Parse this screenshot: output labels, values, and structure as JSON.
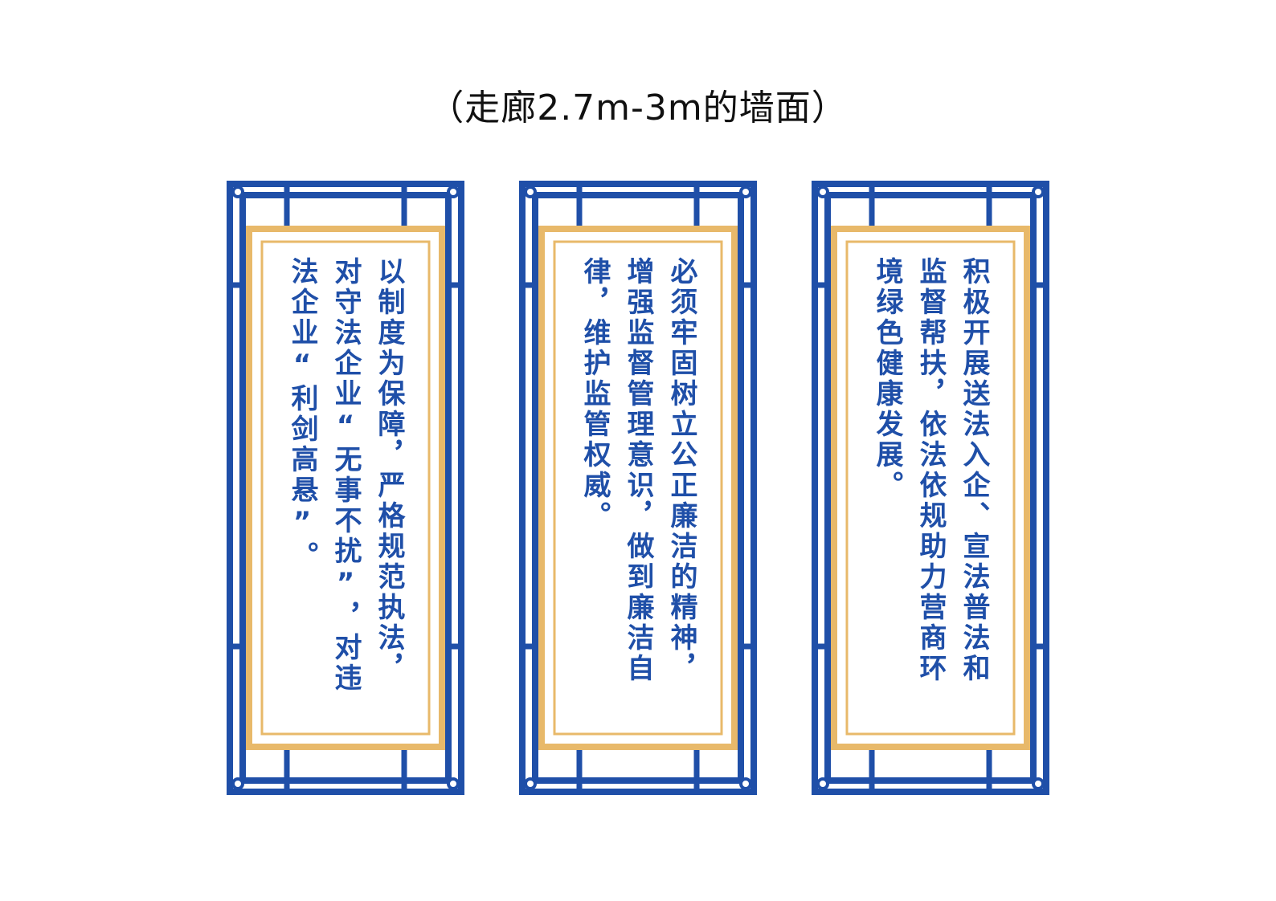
{
  "header": {
    "title": "（走廊2.7m-3m的墙面）"
  },
  "colors": {
    "frame_blue": "#1f4fa8",
    "frame_gold": "#e8b96a",
    "text_blue": "#1f4fa8"
  },
  "panels": [
    {
      "columns": [
        "以制度为保障，严格规范执法，",
        "对守法企业“无事不扰”，对违",
        "法企业“利剑高悬”。"
      ]
    },
    {
      "columns": [
        "必须牢固树立公正廉洁的精神，",
        "增强监督管理意识，做到廉洁自",
        "律，维护监管权威。"
      ]
    },
    {
      "columns": [
        "积极开展送法入企、宣法普法和",
        "监督帮扶，依法依规助力营商环",
        "境绿色健康发展。"
      ]
    }
  ]
}
